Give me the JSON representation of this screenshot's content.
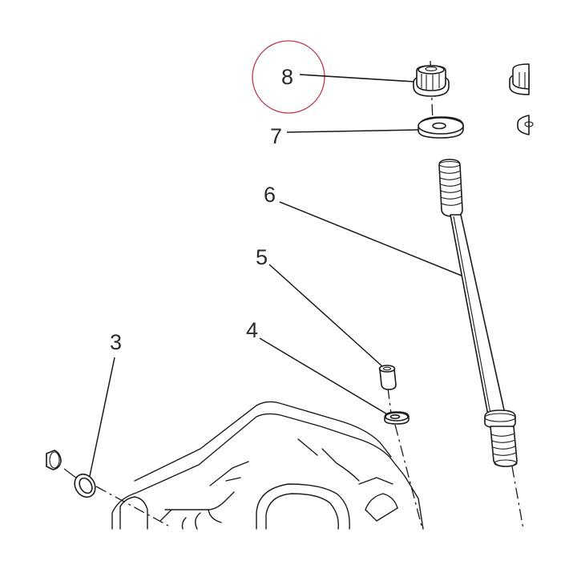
{
  "callouts": {
    "c3": "3",
    "c4": "4",
    "c5": "5",
    "c6": "6",
    "c7": "7",
    "c8": "8"
  },
  "highlight": {
    "target_callout": "8",
    "color": "#c0394b"
  },
  "colors": {
    "line": "#1a1a1a",
    "background": "#ffffff"
  }
}
